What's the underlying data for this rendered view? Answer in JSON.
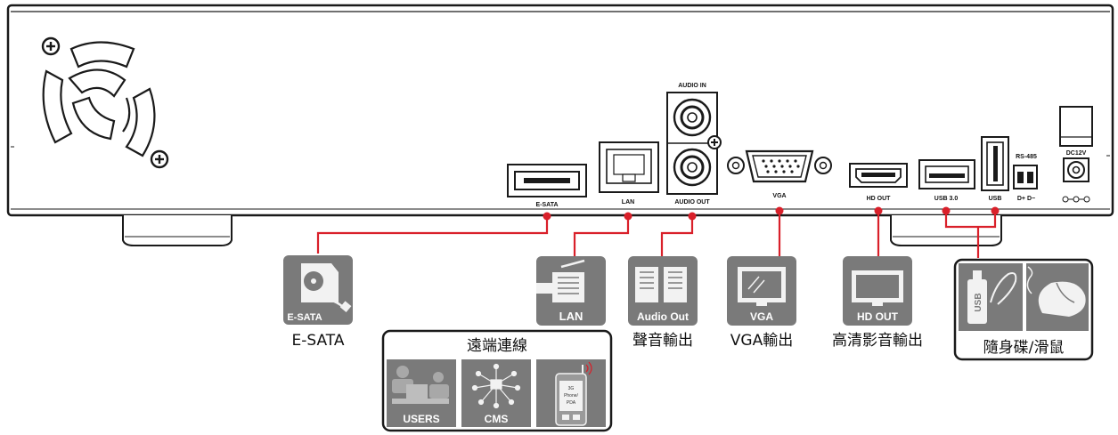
{
  "device": {
    "ports": {
      "esata": "E-SATA",
      "lan": "LAN",
      "audio_in": "AUDIO IN",
      "audio_out": "AUDIO OUT",
      "vga": "VGA",
      "hd_out": "HD OUT",
      "usb30": "USB 3.0",
      "usb": "USB",
      "rs485": "RS-485",
      "rs485_pins": "D+ D−",
      "dc12v": "DC12V"
    }
  },
  "callouts": {
    "esata": {
      "icon_label": "E-SATA",
      "caption": "E-SATA"
    },
    "lan": {
      "icon_label": "LAN"
    },
    "remote": {
      "title": "遠端連線",
      "users": "USERS",
      "cms": "CMS",
      "phone_lines": [
        "3G",
        "Phone/",
        "PDA"
      ]
    },
    "audio": {
      "icon_label": "Audio Out",
      "caption": "聲音輸出"
    },
    "vga": {
      "icon_label": "VGA",
      "caption": "VGA輸出"
    },
    "hdout": {
      "icon_label": "HD OUT",
      "caption": "高清影音輸出"
    },
    "usb": {
      "usb_text": "USB",
      "caption": "隨身碟/滑鼠"
    }
  },
  "colors": {
    "accent": "#d9202a",
    "icon_gray": "#7a7a7a",
    "outline": "#1a1a1a"
  }
}
